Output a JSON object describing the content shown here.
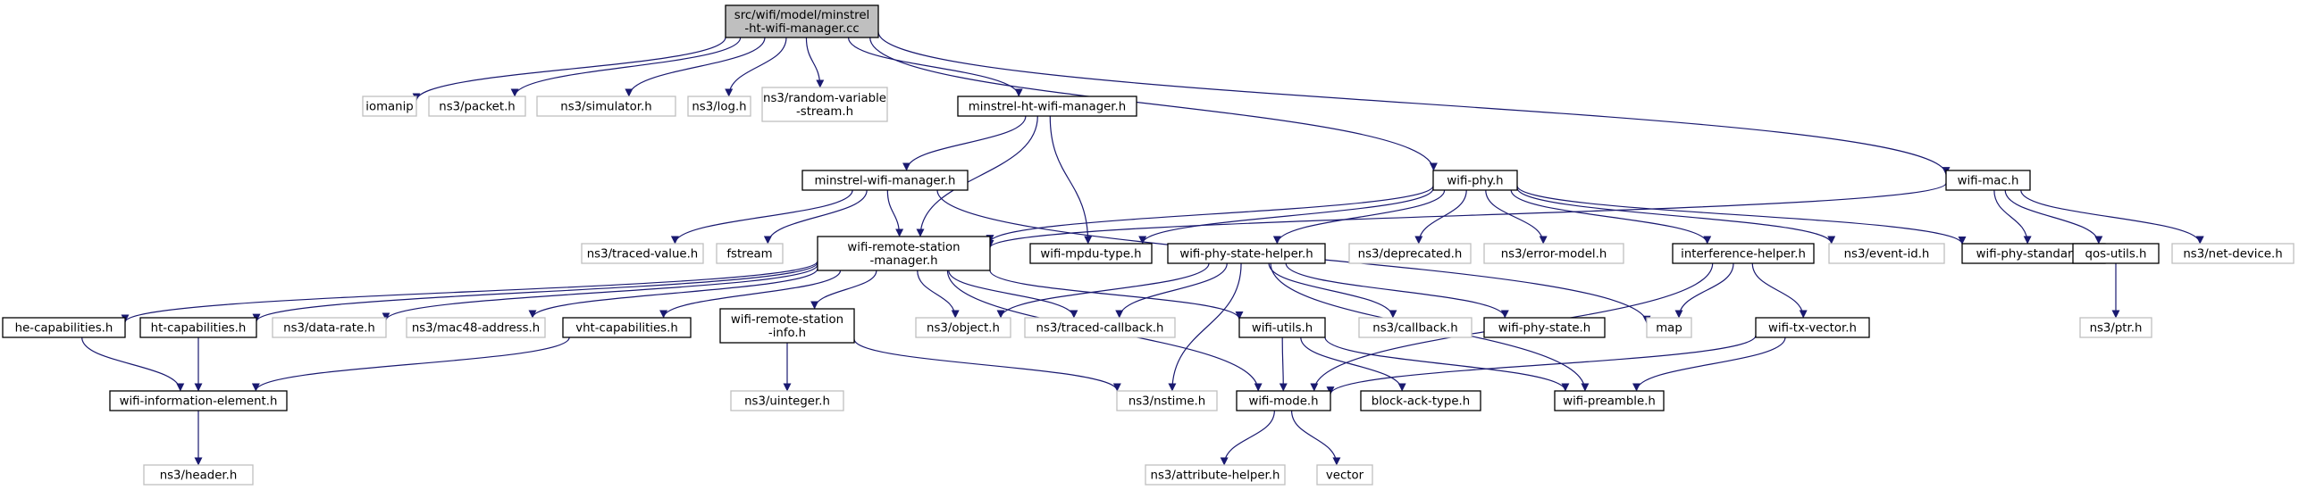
{
  "colors": {
    "edge": "#191970",
    "root_fill": "#bfbfbf",
    "root_border": "#000000",
    "local_border": "#000000",
    "external_border": "#bfbfbf",
    "external_text": "#7f7f7f",
    "text": "#000000"
  },
  "nodes": {
    "root": {
      "lines": [
        "src/wifi/model/minstrel",
        "-ht-wifi-manager.cc"
      ],
      "kind": "root"
    },
    "iomanip": {
      "lines": [
        "iomanip"
      ],
      "kind": "external"
    },
    "packet": {
      "lines": [
        "ns3/packet.h"
      ],
      "kind": "external"
    },
    "simulator": {
      "lines": [
        "ns3/simulator.h"
      ],
      "kind": "external"
    },
    "log": {
      "lines": [
        "ns3/log.h"
      ],
      "kind": "external"
    },
    "randvar": {
      "lines": [
        "ns3/random-variable",
        "-stream.h"
      ],
      "kind": "external"
    },
    "minstrel_ht_h": {
      "lines": [
        "minstrel-ht-wifi-manager.h"
      ],
      "kind": "local"
    },
    "wifi_phy": {
      "lines": [
        "wifi-phy.h"
      ],
      "kind": "local"
    },
    "wifi_mac": {
      "lines": [
        "wifi-mac.h"
      ],
      "kind": "local"
    },
    "minstrel_h": {
      "lines": [
        "minstrel-wifi-manager.h"
      ],
      "kind": "local"
    },
    "traced_value": {
      "lines": [
        "ns3/traced-value.h"
      ],
      "kind": "external"
    },
    "fstream": {
      "lines": [
        "fstream"
      ],
      "kind": "external"
    },
    "wrsm": {
      "lines": [
        "wifi-remote-station",
        "-manager.h"
      ],
      "kind": "local"
    },
    "mpdu_type": {
      "lines": [
        "wifi-mpdu-type.h"
      ],
      "kind": "local"
    },
    "phy_state_helper": {
      "lines": [
        "wifi-phy-state-helper.h"
      ],
      "kind": "local"
    },
    "deprecated": {
      "lines": [
        "ns3/deprecated.h"
      ],
      "kind": "external"
    },
    "error_model": {
      "lines": [
        "ns3/error-model.h"
      ],
      "kind": "external"
    },
    "interference": {
      "lines": [
        "interference-helper.h"
      ],
      "kind": "local"
    },
    "event_id": {
      "lines": [
        "ns3/event-id.h"
      ],
      "kind": "external"
    },
    "phy_standard": {
      "lines": [
        "wifi-phy-standard.h"
      ],
      "kind": "local"
    },
    "qos_utils": {
      "lines": [
        "qos-utils.h"
      ],
      "kind": "local"
    },
    "net_device": {
      "lines": [
        "ns3/net-device.h"
      ],
      "kind": "external"
    },
    "he_cap": {
      "lines": [
        "he-capabilities.h"
      ],
      "kind": "local"
    },
    "ht_cap": {
      "lines": [
        "ht-capabilities.h"
      ],
      "kind": "local"
    },
    "data_rate": {
      "lines": [
        "ns3/data-rate.h"
      ],
      "kind": "external"
    },
    "mac48": {
      "lines": [
        "ns3/mac48-address.h"
      ],
      "kind": "external"
    },
    "vht_cap": {
      "lines": [
        "vht-capabilities.h"
      ],
      "kind": "local"
    },
    "station_info": {
      "lines": [
        "wifi-remote-station",
        "-info.h"
      ],
      "kind": "local"
    },
    "object": {
      "lines": [
        "ns3/object.h"
      ],
      "kind": "external"
    },
    "traced_cb": {
      "lines": [
        "ns3/traced-callback.h"
      ],
      "kind": "external"
    },
    "wifi_utils": {
      "lines": [
        "wifi-utils.h"
      ],
      "kind": "local"
    },
    "callback": {
      "lines": [
        "ns3/callback.h"
      ],
      "kind": "external"
    },
    "phy_state": {
      "lines": [
        "wifi-phy-state.h"
      ],
      "kind": "local"
    },
    "map": {
      "lines": [
        "map"
      ],
      "kind": "external"
    },
    "tx_vector": {
      "lines": [
        "wifi-tx-vector.h"
      ],
      "kind": "local"
    },
    "ptr": {
      "lines": [
        "ns3/ptr.h"
      ],
      "kind": "external"
    },
    "info_elem": {
      "lines": [
        "wifi-information-element.h"
      ],
      "kind": "local"
    },
    "uinteger": {
      "lines": [
        "ns3/uinteger.h"
      ],
      "kind": "external"
    },
    "nstime": {
      "lines": [
        "ns3/nstime.h"
      ],
      "kind": "external"
    },
    "wifi_mode": {
      "lines": [
        "wifi-mode.h"
      ],
      "kind": "local"
    },
    "block_ack": {
      "lines": [
        "block-ack-type.h"
      ],
      "kind": "local"
    },
    "preamble": {
      "lines": [
        "wifi-preamble.h"
      ],
      "kind": "local"
    },
    "header": {
      "lines": [
        "ns3/header.h"
      ],
      "kind": "external"
    },
    "attr_helper": {
      "lines": [
        "ns3/attribute-helper.h"
      ],
      "kind": "external"
    },
    "vector": {
      "lines": [
        "vector"
      ],
      "kind": "external"
    }
  },
  "edges": [
    [
      "root",
      "iomanip"
    ],
    [
      "root",
      "packet"
    ],
    [
      "root",
      "simulator"
    ],
    [
      "root",
      "log"
    ],
    [
      "root",
      "randvar"
    ],
    [
      "root",
      "minstrel_ht_h"
    ],
    [
      "root",
      "wifi_phy"
    ],
    [
      "root",
      "wifi_mac"
    ],
    [
      "minstrel_ht_h",
      "minstrel_h"
    ],
    [
      "minstrel_ht_h",
      "wrsm"
    ],
    [
      "minstrel_ht_h",
      "mpdu_type"
    ],
    [
      "minstrel_h",
      "traced_value"
    ],
    [
      "minstrel_h",
      "fstream"
    ],
    [
      "minstrel_h",
      "wrsm"
    ],
    [
      "minstrel_h",
      "map"
    ],
    [
      "wifi_phy",
      "wrsm"
    ],
    [
      "wifi_phy",
      "mpdu_type"
    ],
    [
      "wifi_phy",
      "phy_state_helper"
    ],
    [
      "wifi_phy",
      "deprecated"
    ],
    [
      "wifi_phy",
      "error_model"
    ],
    [
      "wifi_phy",
      "interference"
    ],
    [
      "wifi_phy",
      "event_id"
    ],
    [
      "wifi_phy",
      "phy_standard"
    ],
    [
      "wifi_mac",
      "wrsm"
    ],
    [
      "wifi_mac",
      "phy_standard"
    ],
    [
      "wifi_mac",
      "qos_utils"
    ],
    [
      "wifi_mac",
      "net_device"
    ],
    [
      "wrsm",
      "he_cap"
    ],
    [
      "wrsm",
      "ht_cap"
    ],
    [
      "wrsm",
      "data_rate"
    ],
    [
      "wrsm",
      "mac48"
    ],
    [
      "wrsm",
      "vht_cap"
    ],
    [
      "wrsm",
      "station_info"
    ],
    [
      "wrsm",
      "object"
    ],
    [
      "wrsm",
      "traced_cb"
    ],
    [
      "wrsm",
      "wifi_utils"
    ],
    [
      "wrsm",
      "wifi_mode"
    ],
    [
      "phy_state_helper",
      "object"
    ],
    [
      "phy_state_helper",
      "traced_cb"
    ],
    [
      "phy_state_helper",
      "callback"
    ],
    [
      "phy_state_helper",
      "phy_state"
    ],
    [
      "phy_state_helper",
      "nstime"
    ],
    [
      "phy_state_helper",
      "preamble"
    ],
    [
      "interference",
      "map"
    ],
    [
      "interference",
      "tx_vector"
    ],
    [
      "interference",
      "wifi_mode"
    ],
    [
      "qos_utils",
      "ptr"
    ],
    [
      "he_cap",
      "info_elem"
    ],
    [
      "ht_cap",
      "info_elem"
    ],
    [
      "vht_cap",
      "info_elem"
    ],
    [
      "station_info",
      "uinteger"
    ],
    [
      "station_info",
      "nstime"
    ],
    [
      "wifi_utils",
      "wifi_mode"
    ],
    [
      "wifi_utils",
      "block_ack"
    ],
    [
      "wifi_utils",
      "preamble"
    ],
    [
      "tx_vector",
      "wifi_mode"
    ],
    [
      "tx_vector",
      "preamble"
    ],
    [
      "info_elem",
      "header"
    ],
    [
      "wifi_mode",
      "attr_helper"
    ],
    [
      "wifi_mode",
      "vector"
    ]
  ]
}
